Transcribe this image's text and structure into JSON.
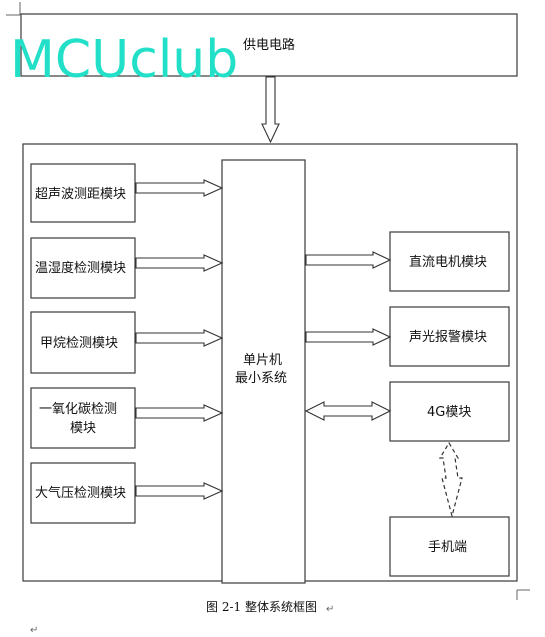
{
  "watermark": "MCUclub",
  "power": {
    "label": "供电电路"
  },
  "mcu": {
    "line1": "单片机",
    "line2": "最小系统"
  },
  "inputs": [
    {
      "name": "ultrasonic-module",
      "lines": [
        "超声波测距模块"
      ]
    },
    {
      "name": "temp-humidity-module",
      "lines": [
        "温湿度检测模块"
      ]
    },
    {
      "name": "methane-module",
      "lines": [
        "甲烷检测模块"
      ]
    },
    {
      "name": "co-module",
      "lines": [
        "一氧化碳检测",
        "模块"
      ]
    },
    {
      "name": "pressure-module",
      "lines": [
        "大气压检测模块"
      ]
    }
  ],
  "outputs": [
    {
      "name": "dc-motor-module",
      "lines": [
        "直流电机模块"
      ]
    },
    {
      "name": "alarm-module",
      "lines": [
        "声光报警模块"
      ]
    },
    {
      "name": "4g-module",
      "lines": [
        "4G模块"
      ]
    }
  ],
  "phone": {
    "label": "手机端"
  },
  "caption": "图 2-1 整体系统框图",
  "paragraph_mark": "↵"
}
